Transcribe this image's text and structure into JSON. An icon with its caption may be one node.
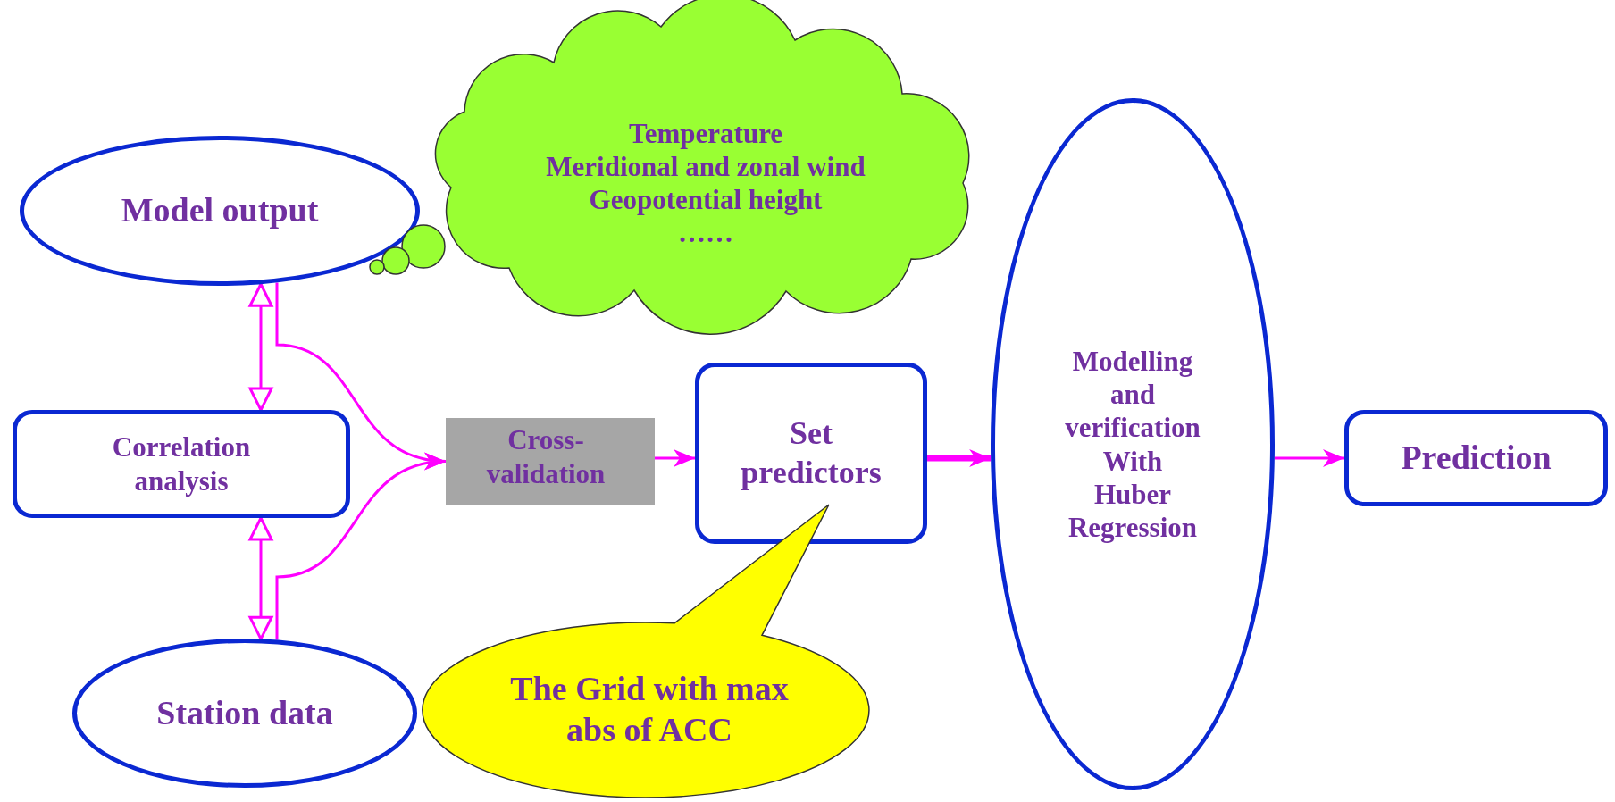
{
  "diagram": {
    "nodes": [
      {
        "text": [
          "Model output"
        ]
      },
      {
        "text": [
          "Temperature",
          "Meridional and zonal wind",
          "Geopotential height",
          "……"
        ]
      },
      {
        "text": [
          "Correlation analysis"
        ]
      },
      {
        "text": [
          "Cross-validation"
        ]
      },
      {
        "text": [
          "Set predictors"
        ]
      },
      {
        "text": [
          "Modelling and verification With Huber Regression"
        ]
      },
      {
        "text": [
          "Prediction"
        ]
      },
      {
        "text": [
          "Station data"
        ]
      },
      {
        "text": [
          "The Grid with max abs of ACC"
        ]
      }
    ],
    "edges": [
      {
        "from": 0,
        "to": 2,
        "arrow": "both"
      },
      {
        "from": 2,
        "to": 7,
        "arrow": "both"
      },
      {
        "from": 0,
        "to": 3,
        "arrow": "to"
      },
      {
        "from": 7,
        "to": 3,
        "arrow": "to"
      },
      {
        "from": 3,
        "to": 4,
        "arrow": "to"
      },
      {
        "from": 4,
        "to": 5,
        "arrow": "to",
        "style": "thick"
      },
      {
        "from": 5,
        "to": 6,
        "arrow": "to"
      }
    ]
  }
}
